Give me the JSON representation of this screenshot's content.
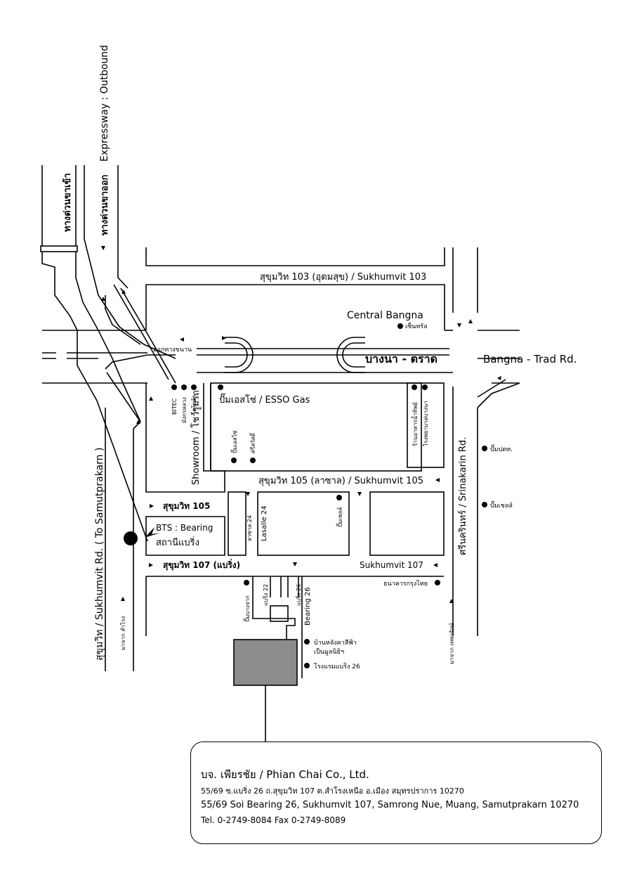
{
  "roads": {
    "expressway_outbound": "Expressway : Outbound",
    "expressway_out_th": "ทางด่วนขาออก",
    "expressway_in_th": "ทางด่วนขาเข้า",
    "sukhumvit_103": "สุขุมวิท 103 (อุดมสุข) / Sukhumvit 103",
    "bangna_trad_th": "บางนา - ตราด",
    "bangna_trad_en": "Bangna - Trad Rd.",
    "sukhumvit_105_main": "สุขุมวิท 105 (ลาซาล) / Sukhumvit 105",
    "sukhumvit_105_left": "สุขุมวิท 105",
    "sukhumvit_107_left": "สุขุมวิท 107 (แบริ่ง)",
    "sukhumvit_107_right": "Sukhumvit 107",
    "srinakarin": "ศรีนครินทร์ / Srinakarin Rd.",
    "sukhumvit_rd": "สุขุมวิท / Sukhumvit Rd. ( To Samutprakarn )",
    "exit_bangna": "ออกทางขนาน",
    "lasalle_24": "Lasalle 24",
    "lasalle_24_th": "ลาซาล 24",
    "bearing_22_th": "แบริ่ง 22",
    "bearing_26_th": "แบริ่ง 26",
    "bearing_26": "Bearing 26",
    "from_samrong": "มาจาก สำโรง",
    "from_thepharak": "มาจาก เทพารักษ์"
  },
  "places": {
    "central_bangna": "Central Bangna",
    "central_th": "เซ็นทรัล",
    "esso_gas": "ปั๊มเอสโซ่ / ESSO Gas",
    "bitec": "BITEC",
    "mangkorn": "มังกรหลวง",
    "toyota": "โตโยต้า",
    "showroom": "Showroom / โชว์รูมรถ",
    "esso_small": "ปั๊มเอสโซ่",
    "srisawat": "ศรีสวัสดิ์",
    "restaurant": "ร้านอาหารน้ำทิพย์",
    "hospital": "โรงพยาบาลบางนา",
    "ptt": "ปั๊มปตท.",
    "shell_right": "ปั๊มเชลล์",
    "shell_mid": "ปั๊มเชลล์",
    "bts_bearing": "BTS : Bearing",
    "bts_bearing_th": "สถานีแบริ่ง",
    "krungthai": "ธนาคารกรุงไทย",
    "bangchak": "ปั๊มบางจาก",
    "house": "บ้านหลังคาสีฟ้า",
    "house_note": "เป็นมูลนิธิฯ",
    "hotel": "โรงแรมแบริ่ง 26"
  },
  "company": {
    "name": "บจ. เพียรชัย / Phian Chai Co., Ltd.",
    "address_th": "55/69 ซ.แบริ่ง 26 ถ.สุขุมวิท 107 ต.สำโรงเหนือ อ.เมือง สมุทรปราการ 10270",
    "address_en": "55/69 Soi Bearing 26, Sukhumvit 107, Samrong Nue, Muang, Samutprakarn 10270",
    "contact": "Tel. 0-2749-8084   Fax 0-2749-8089"
  },
  "colors": {
    "line": "#000000",
    "target": "#8c8c8c",
    "background": "#ffffff"
  }
}
